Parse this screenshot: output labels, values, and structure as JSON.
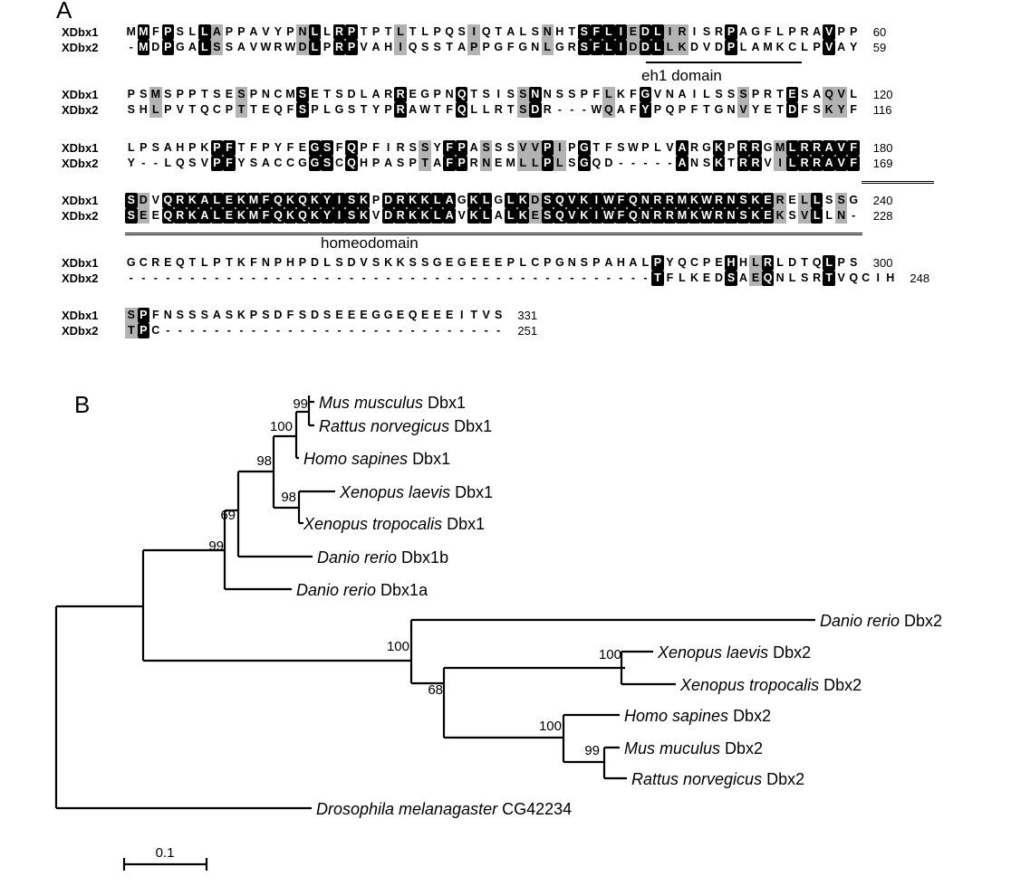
{
  "figure": {
    "panel_a_label": "A",
    "panel_b_label": "B"
  },
  "alignment": {
    "names": [
      "XDbx1",
      "XDbx2"
    ],
    "blocks": [
      {
        "seq1": "MMFPSLLAPPAVYPNLLRPTPTLTLPQSIQTALSNHTSFLIEDLIRISRPAGFLPRAVPP",
        "seq2": "-MDPGALSSAVWRWDLPRPVAHIQSSTAPPGFGNLGRSFLIDDLLKDVDPLAMKCLPVAY",
        "shade": ".b.b..bg......gb.bb...g.....g.....g..bbbbgbbgg...b.......b..",
        "end1": "60",
        "end2": "59"
      },
      {
        "seq1": "PSMSPPTSESPNCMSETSDLARREGPNQTSISSNNSSPFLKFGVNAILSSSPRTESAQVL",
        "seq2": "SHLPVTQCPTTEQFSPLGSTYPRAWTFQLLRTSDR---WQAFYPQPFTGNVYETDFSKYF",
        "shade": "..g......g....b.......b....b....gb.....g..b.......g...b..gg..",
        "end1": "120",
        "end2": "116"
      },
      {
        "seq1": "LPSAHPKPFTFPYFEGSFQPFIRSSYFPASSSVVPIPGTFSWPLVARGKPRRGMLRRAVF",
        "seq2": "Y--LQSVPFYSACCGGSCQHPASPTAFPRNEMLLPLSGQD-----ANSKTRRVILRRAVF",
        "shade": ".......bb......bb.b.....g.bb.g..ggbg.b.......b..b.bb.gbbbbbb",
        "end1": "180",
        "end2": "169"
      },
      {
        "seq1": "SDVQRKALEKMFQKQKYISKPDRKKLAGKLGLKDSQVKIWFQNRRMKWRNSKERELLSSG",
        "seq2": "SEEQRKALEKMFQKQKYISKVDRKKLAVKLALKESQVKIWFQNRRMKWRNSKEKSVLLN-",
        "shade": "bg.bbbbbbbbbbbbbbbbb.bbbbbb.bb.bbgbbbbbbbbbbbbbbbbbbbg.gb.g.",
        "end1": "240",
        "end2": "228"
      },
      {
        "seq1": "GCREQTLPTKFNPHPDLSDVSKKSSGEGEEEPLCPGNSPAHALPYQCPEHHLRLDTQLPS",
        "seq2": "-------------------------------------------TFLKEDSAEQNLSRTVQCIH",
        "shade": "...........................................b.....b.gb....b...",
        "end1": "300",
        "end2": "248"
      },
      {
        "seq1": "SPFNSSSASKPSDFSDSEEEGGEQEEEITVS",
        "seq2": "TPC----------------------------",
        "shade": "gb.............................",
        "end1": "331",
        "end2": "251"
      }
    ],
    "domains": [
      {
        "name": "eh1 domain"
      },
      {
        "name": "homeodomain"
      }
    ]
  },
  "tree": {
    "scale_bar_label": "0.1",
    "tips": [
      {
        "species": "Mus musculus",
        "gene": "Dbx1"
      },
      {
        "species": "Rattus norvegicus",
        "gene": "Dbx1"
      },
      {
        "species": "Homo sapines",
        "gene": "Dbx1"
      },
      {
        "species": "Xenopus laevis",
        "gene": "Dbx1"
      },
      {
        "species": "Xenopus tropocalis",
        "gene": "Dbx1"
      },
      {
        "species": "Danio rerio",
        "gene": "Dbx1b"
      },
      {
        "species": "Danio rerio",
        "gene": "Dbx1a"
      },
      {
        "species": "Danio rerio",
        "gene": "Dbx2"
      },
      {
        "species": "Xenopus laevis",
        "gene": "Dbx2"
      },
      {
        "species": "Xenopus tropocalis",
        "gene": "Dbx2"
      },
      {
        "species": "Homo sapines",
        "gene": "Dbx2"
      },
      {
        "species": "Mus muculus",
        "gene": "Dbx2"
      },
      {
        "species": "Rattus norvegicus",
        "gene": "Dbx2"
      },
      {
        "species": "Drosophila melanagaster",
        "gene": "CG42234"
      }
    ],
    "bootstrap": [
      "99",
      "100",
      "98",
      "98",
      "69",
      "99",
      "100",
      "100",
      "68",
      "100",
      "99"
    ]
  }
}
